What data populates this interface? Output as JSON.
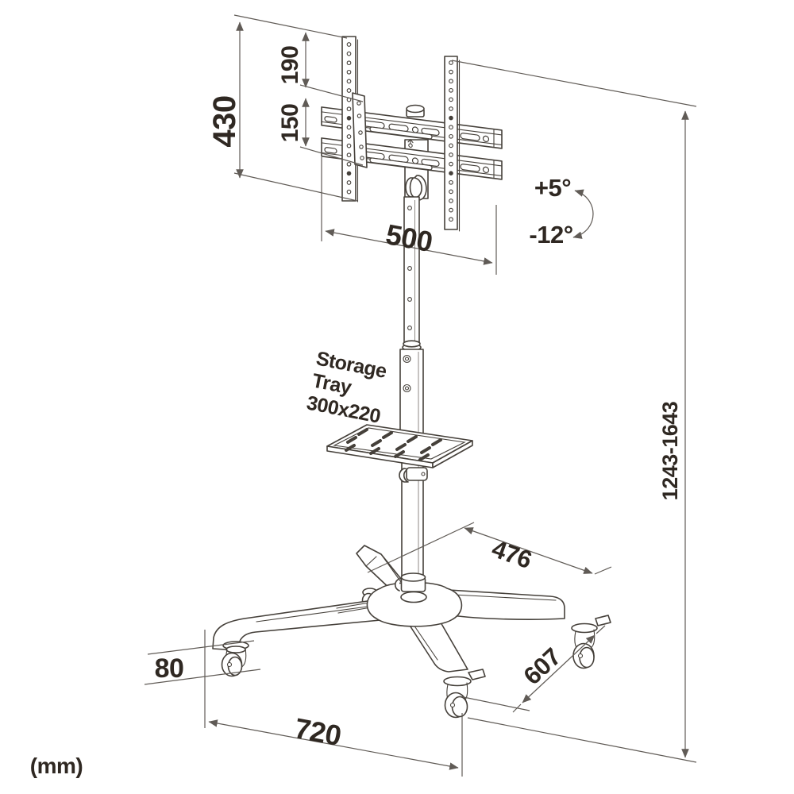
{
  "diagram": {
    "type": "product-dimension-drawing",
    "subject": "mobile-tv-stand-with-casters",
    "units": "(mm)",
    "dimensions": {
      "bracket_height": "430",
      "top_offset": "190",
      "plate_height": "150",
      "bracket_width": "500",
      "overall_height": "1243-1643",
      "base_side": "476",
      "base_diagonal": "607",
      "base_width": "720",
      "caster_size": "80"
    },
    "tilt": {
      "up": "+5°",
      "down": "-12°"
    },
    "storage_tray": {
      "title_line1": "Storage",
      "title_line2": "Tray",
      "size_line": "300x220"
    },
    "colors": {
      "outline": "#45403a",
      "dimension_line": "#605b56",
      "text": "#2f2822",
      "background": "#ffffff"
    }
  }
}
